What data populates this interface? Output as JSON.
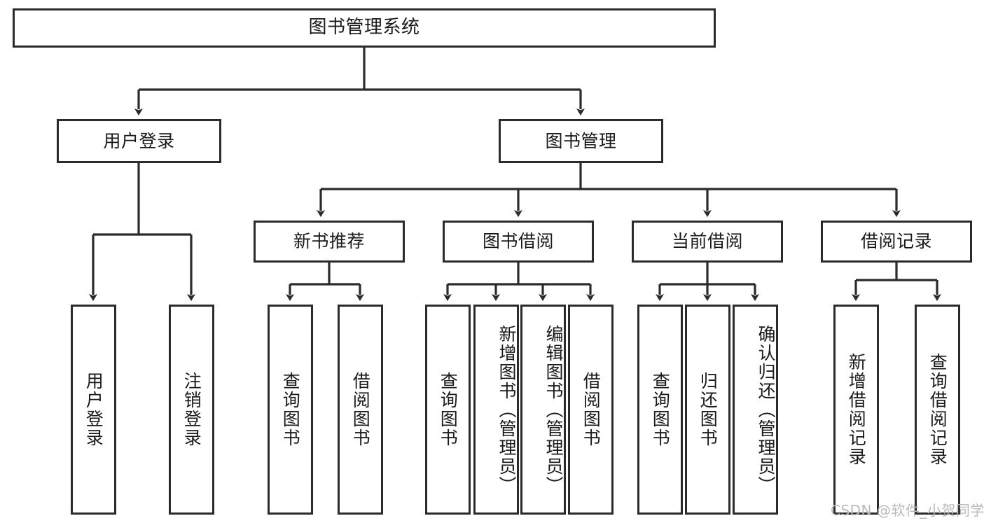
{
  "diagram": {
    "type": "tree",
    "title": "图书管理系统",
    "orientation": "top-down",
    "style": {
      "box_border_color": "#2b2b2b",
      "box_fill_color": "#ffffff",
      "edge_color": "#2b2b2b",
      "text_color": "#1a1a1a",
      "background": "#ffffff"
    }
  },
  "nodes": {
    "root": {
      "label": "图书管理系统"
    },
    "level2": [
      {
        "id": "user-login",
        "label": "用户登录"
      },
      {
        "id": "book-management",
        "label": "图书管理"
      }
    ],
    "level3": [
      {
        "id": "new-book-recommend",
        "label": "新书推荐"
      },
      {
        "id": "book-borrow",
        "label": "图书借阅"
      },
      {
        "id": "current-borrow",
        "label": "当前借阅"
      },
      {
        "id": "borrow-record",
        "label": "借阅记录"
      }
    ],
    "leaves": {
      "user-login": [
        {
          "id": "leaf-user-login",
          "label": "用户登录"
        },
        {
          "id": "leaf-user-logout",
          "label": "注销登录"
        }
      ],
      "new-book-recommend": [
        {
          "id": "leaf-query-book-1",
          "label": "查询图书"
        },
        {
          "id": "leaf-borrow-book-1",
          "label": "借阅图书"
        }
      ],
      "book-borrow": [
        {
          "id": "leaf-query-book-2",
          "label": "查询图书"
        },
        {
          "id": "leaf-add-book",
          "label": "新增图书（管理员）"
        },
        {
          "id": "leaf-edit-book",
          "label": "编辑图书（管理员）"
        },
        {
          "id": "leaf-borrow-book-2",
          "label": "借阅图书"
        }
      ],
      "current-borrow": [
        {
          "id": "leaf-query-book-3",
          "label": "查询图书"
        },
        {
          "id": "leaf-return-book",
          "label": "归还图书"
        },
        {
          "id": "leaf-confirm-return",
          "label": "确认归还（管理员）"
        }
      ],
      "borrow-record": [
        {
          "id": "leaf-add-record",
          "label": "新增借阅记录"
        },
        {
          "id": "leaf-query-record",
          "label": "查询借阅记录"
        }
      ]
    }
  },
  "watermark": {
    "text": "CSDN @软件_小贺同学"
  }
}
